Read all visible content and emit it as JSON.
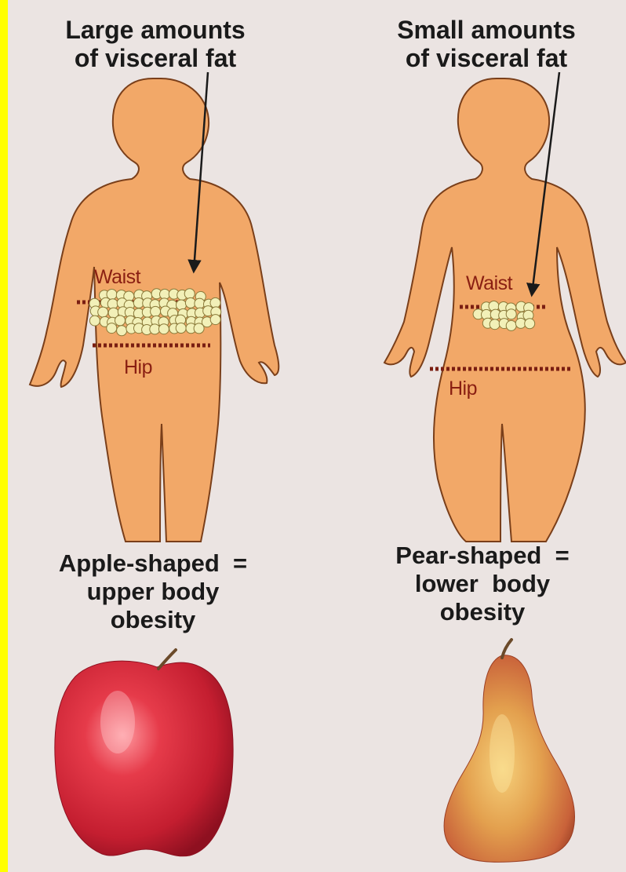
{
  "left_panel": {
    "heading": [
      "Large amounts",
      "of visceral fat"
    ],
    "waist_label": "Waist",
    "hip_label": "Hip",
    "caption": [
      "Apple-shaped  =",
      "upper body",
      "obesity"
    ]
  },
  "right_panel": {
    "heading": [
      "Small amounts",
      "of visceral fat"
    ],
    "waist_label": "Waist",
    "hip_label": "Hip",
    "caption": [
      "Pear-shaped  =",
      "lower  body",
      "obesity"
    ]
  },
  "colors": {
    "frame": "#ffff00",
    "background": "#ebe4e2",
    "body_fill": "#f2a868",
    "body_outline": "#7a3f1a",
    "fat_globule": "#f2f0b8",
    "measure_line": "#7a1e12",
    "label_text": "#8a1f12",
    "apple_red": "#d12a3a",
    "pear_gold": "#e3a04e"
  }
}
